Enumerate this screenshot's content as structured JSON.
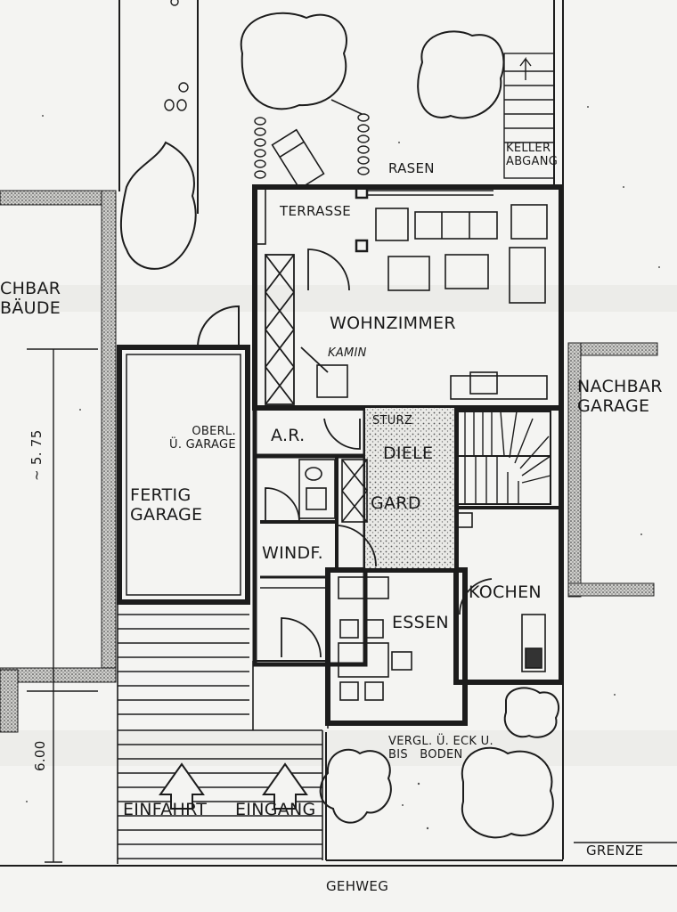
{
  "plan": {
    "rooms": {
      "rasen": "RASEN",
      "keller_abgang": "KELLER\nABGANG",
      "terrasse": "TERRASSE",
      "wohnzimmer": "WOHNZIMMER",
      "kamin": "KAMIN",
      "ar": "A.R.",
      "sturz": "STURZ",
      "diele": "DIELE",
      "gard": "GARD",
      "windf": "WINDF.",
      "essen": "ESSEN",
      "kochen": "KOCHEN",
      "oberl_garage": "OBERL.\nÜ. GARAGE",
      "fertig_garage": "FERTIG\nGARAGE",
      "nachbar_gebaeude": "CHBAR\nBÄUDE",
      "nachbar_garage": "NACHBAR\nGARAGE",
      "vergl_note": "VERGL. Ü. ECK U.\nBIS   BODEN",
      "einfahrt": "EINFAHRT",
      "eingang": "EINGANG",
      "grenze": "GRENZE",
      "gehweg": "GEHWEG"
    },
    "dimensions": {
      "dim_575": "~ 5. 75",
      "dim_600": "6.00"
    }
  }
}
